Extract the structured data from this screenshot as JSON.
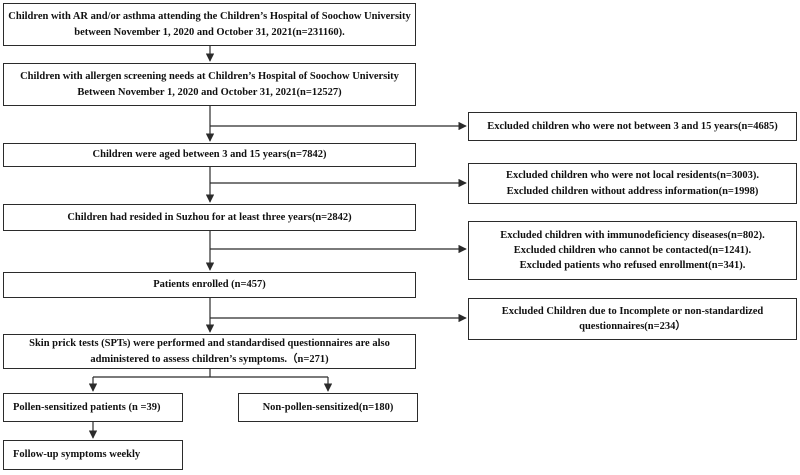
{
  "boxes": {
    "source_population": [
      "Children with AR and/or asthma attending the Children’s Hospital of Soochow University",
      "between November 1, 2020 and October 31, 2021(n=231160)."
    ],
    "allergen_screening": [
      "Children with allergen screening needs at Children’s Hospital of Soochow University",
      "Between November 1, 2020 and October 31, 2021(n=12527)"
    ],
    "age_eligible": [
      "Children were aged between 3 and 15 years(n=7842)"
    ],
    "resident_suzhou": [
      "Children had resided in Suzhou for at least three years(n=2842)"
    ],
    "enrolled": [
      "Patients enrolled (n=457)"
    ],
    "spt_performed": [
      "Skin prick tests (SPTs) were performed and standardised questionnaires are also",
      "administered to assess children’s symptoms.（n=271)"
    ],
    "pollen_sensitized": [
      "Pollen-sensitized patients (n =39)"
    ],
    "non_pollen_sensitized": [
      "Non-pollen-sensitized(n=180)"
    ],
    "follow_up": [
      "Follow-up symptoms weekly"
    ],
    "excluded_age": [
      "Excluded children who were not between 3 and 15 years(n=4685)"
    ],
    "excluded_residence": [
      "Excluded children who were not local residents(n=3003).",
      "Excluded children without address information(n=1998)"
    ],
    "excluded_enrollment": [
      "Excluded children with immunodeficiency diseases(n=802).",
      "Excluded children who cannot be contacted(n=1241).",
      "Excluded patients who refused enrollment(n=341)."
    ],
    "excluded_questionnaires": [
      "Excluded Children  due to Incomplete or non-standardized",
      "questionnaires(n=234）"
    ]
  }
}
